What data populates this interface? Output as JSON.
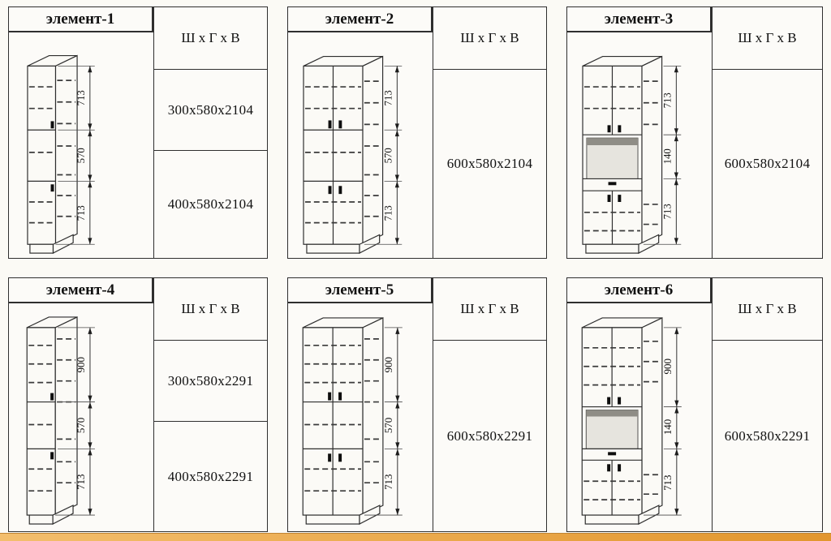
{
  "page": {
    "background": "#fbfaf5",
    "accent_bar_left": "#f3be6d",
    "accent_bar_right": "#e2962e"
  },
  "panels": [
    {
      "title": "элемент-1",
      "header": "Ш х Г х В",
      "dims": [
        "300x580x2104",
        "400x580x2104"
      ],
      "measures": [
        "713",
        "570",
        "713"
      ],
      "cabinet_type": "narrow-single-door"
    },
    {
      "title": "элемент-2",
      "header": "Ш х Г х В",
      "dims": [
        "600x580x2104"
      ],
      "measures": [
        "713",
        "570",
        "713"
      ],
      "cabinet_type": "wide-double-door"
    },
    {
      "title": "элемент-3",
      "header": "Ш х Г х В",
      "dims": [
        "600x580x2104"
      ],
      "measures": [
        "713",
        "140",
        "713"
      ],
      "cabinet_type": "wide-with-niche"
    },
    {
      "title": "элемент-4",
      "header": "Ш х Г х В",
      "dims": [
        "300x580x2291",
        "400x580x2291"
      ],
      "measures": [
        "900",
        "570",
        "713"
      ],
      "cabinet_type": "narrow-single-door"
    },
    {
      "title": "элемент-5",
      "header": "Ш х Г х В",
      "dims": [
        "600x580x2291"
      ],
      "measures": [
        "900",
        "570",
        "713"
      ],
      "cabinet_type": "wide-double-door"
    },
    {
      "title": "элемент-6",
      "header": "Ш х Г х В",
      "dims": [
        "600x580x2291"
      ],
      "measures": [
        "900",
        "140",
        "713"
      ],
      "cabinet_type": "wide-with-niche"
    }
  ]
}
